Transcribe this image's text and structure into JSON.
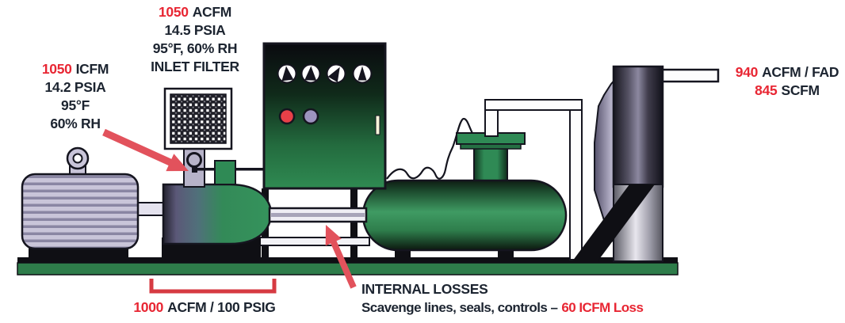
{
  "colors": {
    "red_text": "#e82633",
    "red_arrow": "#e2525c",
    "ink": "#1c2430",
    "machine_green": "#2f7d4b"
  },
  "labels": {
    "inlet_filter": {
      "flow": "1050",
      "flow_unit": "ACFM",
      "pressure": "14.5 PSIA",
      "conditions": "95°F, 60% RH",
      "caption": "INLET FILTER"
    },
    "inlet_air": {
      "flow": "1050",
      "flow_unit": "ICFM",
      "pressure": "14.2 PSIA",
      "temperature": "95°F",
      "humidity": "60% RH"
    },
    "discharge": {
      "flow": "940",
      "flow_unit": "ACFM / FAD",
      "std_flow": "845",
      "std_flow_unit": "SCFM"
    },
    "compressor_rating": {
      "value": "1000",
      "unit": "ACFM / 100 PSIG"
    },
    "internal_losses": {
      "title": "INTERNAL LOSSES",
      "description": "Scavenge lines, seals, controls –",
      "loss_value": "60 ICFM Loss"
    }
  }
}
